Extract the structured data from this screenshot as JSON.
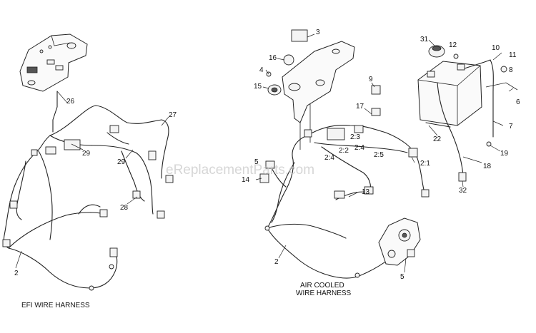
{
  "watermark": "eReplacementParts.com",
  "captions": {
    "efi": "EFI WIRE HARNESS",
    "air_line1": "AIR COOLED",
    "air_line2": "WIRE HARNESS"
  },
  "callouts": {
    "efi_26": "26",
    "efi_27": "27",
    "efi_29a": "29",
    "efi_29b": "29",
    "efi_28": "28",
    "efi_2": "2",
    "ac_3": "3",
    "ac_16": "16",
    "ac_4": "4",
    "ac_15": "15",
    "ac_9": "9",
    "ac_17": "17",
    "ac_23": "2:3",
    "ac_22": "2:2",
    "ac_24a": "2:4",
    "ac_24b": "2:4",
    "ac_25": "2:5",
    "ac_21": "2:1",
    "ac_5a": "5",
    "ac_14": "14",
    "ac_13": "13",
    "ac_2": "2",
    "ac_5b": "5",
    "bat_31": "31",
    "bat_12": "12",
    "bat_10": "10",
    "bat_11": "11",
    "bat_8": "8",
    "bat_6": "6",
    "bat_7": "7",
    "bat_22": "22",
    "bat_19": "19",
    "bat_18": "18",
    "bat_32": "32"
  }
}
